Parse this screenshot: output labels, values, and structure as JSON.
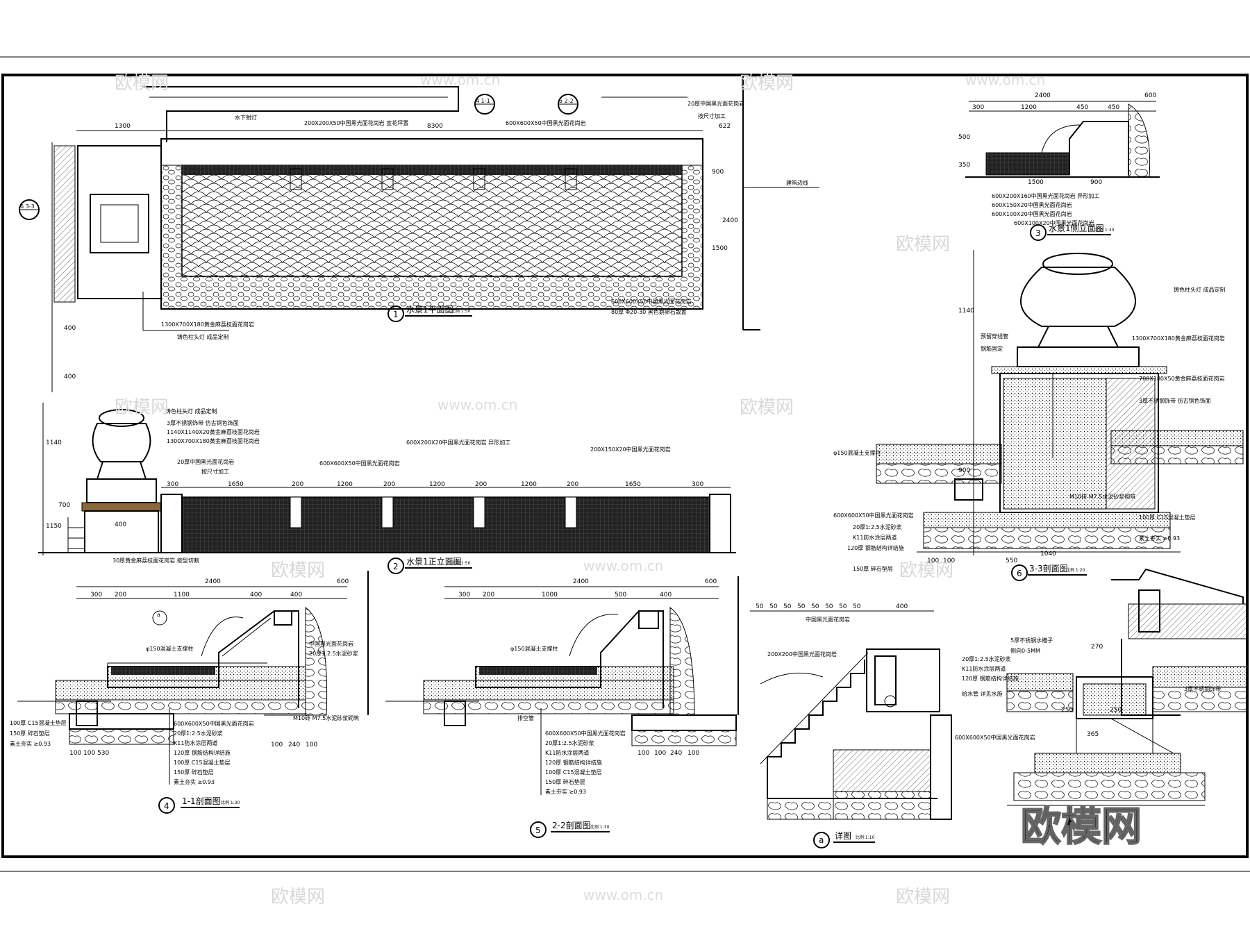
{
  "drawing": {
    "plan": {
      "number": "1",
      "title": "水景1平面图",
      "scale": "比例 1:50",
      "labels": [
        "水下射灯",
        "200X200X50中国黑光面花岗岩 宣花坪置",
        "600X600X50中国黑光面花岗岩",
        "20厚中国黑光面花岗岩",
        "按尺寸加工",
        "建筑边线",
        "600X600X50中国黑光面花岗岩",
        "80厚 Φ20-30 黑色鹅卵石散置",
        "1300X700X180黄金麻荔枝面花岗岩",
        "铸色柱头灯 成品定制"
      ],
      "dims": [
        "1300",
        "8300",
        "622",
        "900",
        "1500",
        "2400",
        "400",
        "400"
      ],
      "section_marks": [
        "4 1-1",
        "5 2-2",
        "6 3-3"
      ]
    },
    "elevation": {
      "number": "2",
      "title": "水景1正立面图",
      "scale": "比例 1:50",
      "labels": [
        "铸色柱头灯 成品定制",
        "3厚不锈钢饰带 仿古铜色饰面",
        "1140X1140X20黄金麻荔枝面花岗岩",
        "1300X700X180黄金麻荔枝面花岗岩",
        "20厚中国黑光面花岗岩",
        "按尺寸加工",
        "600X600X50中国黑光面花岗岩",
        "600X200X20中国黑光面花岗岩 异形加工",
        "200X150X20中国黑光面花岗岩",
        "30厚黄金麻荔枝面花岗岩 按型切割"
      ],
      "dims": [
        "300",
        "1650",
        "200",
        "1200",
        "200",
        "1200",
        "200",
        "1200",
        "200",
        "1650",
        "300",
        "1140",
        "700",
        "1150",
        "400"
      ]
    },
    "side_elevation": {
      "number": "3",
      "title": "水景1侧立面图",
      "scale": "比例 1:30",
      "labels": [
        "600X200X160中国黑光面花岗岩 异形加工",
        "600X150X20中国黑光面花岗岩",
        "600X100X20中国黑光面花岗岩",
        "600X100X20中国黑光面花岗岩"
      ],
      "dims": [
        "2400",
        "600",
        "300",
        "1200",
        "450",
        "450",
        "500",
        "350",
        "1500",
        "900"
      ]
    },
    "section_3": {
      "number": "6",
      "title": "3-3剖面图",
      "scale": "比例 1:20",
      "labels": [
        "铸色柱头灯 成品定制",
        "预留穿线管",
        "钢筋固定",
        "1300X700X180黄金麻荔枝面花岗岩",
        "700X180X50黄金麻荔枝面花岗岩",
        "3厚不锈钢饰带 仿古铜色饰面",
        "φ150混凝土支撑柱",
        "M10砖 M7.5水泥砂浆砌筑",
        "600X600X50中国黑光面花岗岩",
        "20厚1:2.5水泥砂浆",
        "K11防水涂层两道",
        "120厚 钢筋结构详结施",
        "150厚 碎石垫层",
        "100厚 C15混凝土垫层",
        "素土夯实 ≥0.93"
      ],
      "dims": [
        "1140",
        "900",
        "1040",
        "550",
        "100",
        "100"
      ]
    },
    "section_1": {
      "number": "4",
      "title": "1-1剖面图",
      "scale": "比例 1:30",
      "labels": [
        "φ150混凝土支撑柱",
        "中国黑光面花岗岩",
        "20厚1:2.5水泥砂浆",
        "M10砖 M7.5水泥砂浆砌筑",
        "100厚 C15混凝土垫层",
        "150厚 碎石垫层",
        "素土夯实 ≥0.93",
        "600X600X50中国黑光面花岗岩",
        "20厚1:2.5水泥砂浆",
        "K11防水涂层两道",
        "120厚 钢筋结构详结施",
        "100厚 C15混凝土垫层",
        "150厚 碎石垫层",
        "素土夯实 ≥0.93"
      ],
      "dims": [
        "2400",
        "600",
        "300",
        "200",
        "1100",
        "400",
        "400",
        "100",
        "100",
        "530",
        "100",
        "240",
        "100"
      ]
    },
    "section_2": {
      "number": "5",
      "title": "2-2剖面图",
      "scale": "比例 1:30",
      "labels": [
        "φ150混凝土支撑柱",
        "排空管",
        "600X600X50中国黑光面花岗岩",
        "20厚1:2.5水泥砂浆",
        "K11防水涂层两道",
        "120厚 钢筋结构详结施",
        "100厚 C15混凝土垫层",
        "150厚 碎石垫层",
        "素土夯实 ≥0.93"
      ],
      "dims": [
        "2400",
        "600",
        "300",
        "200",
        "1000",
        "500",
        "400",
        "100",
        "100",
        "240",
        "100"
      ]
    },
    "detail_a": {
      "number": "a",
      "title": "详图",
      "scale": "比例 1:10",
      "labels": [
        "中国黑光面花岗岩",
        "200X200中国黑光面花岗岩",
        "20厚1:2.5水泥砂浆",
        "K11防水涂层两道",
        "120厚 钢筋结构详结施",
        "给水管 详见水施",
        "600X600X50中国黑光面花岗岩"
      ],
      "dims": [
        "50",
        "50",
        "50",
        "50",
        "50",
        "50",
        "50",
        "50",
        "400"
      ]
    },
    "detail_b": {
      "labels": [
        "5厚不锈钢水槽子",
        "3厚不锈钢饰带",
        "侧向0-5MM"
      ],
      "dims": [
        "270",
        "250",
        "365",
        "250"
      ]
    },
    "watermarks": [
      "欧模网",
      "www.om.cn",
      "www.om.cn"
    ],
    "logo": "欧模网"
  },
  "colors": {
    "line": "#000000",
    "stone": "#8a6a3a",
    "watermark": "#d8d8d8"
  }
}
